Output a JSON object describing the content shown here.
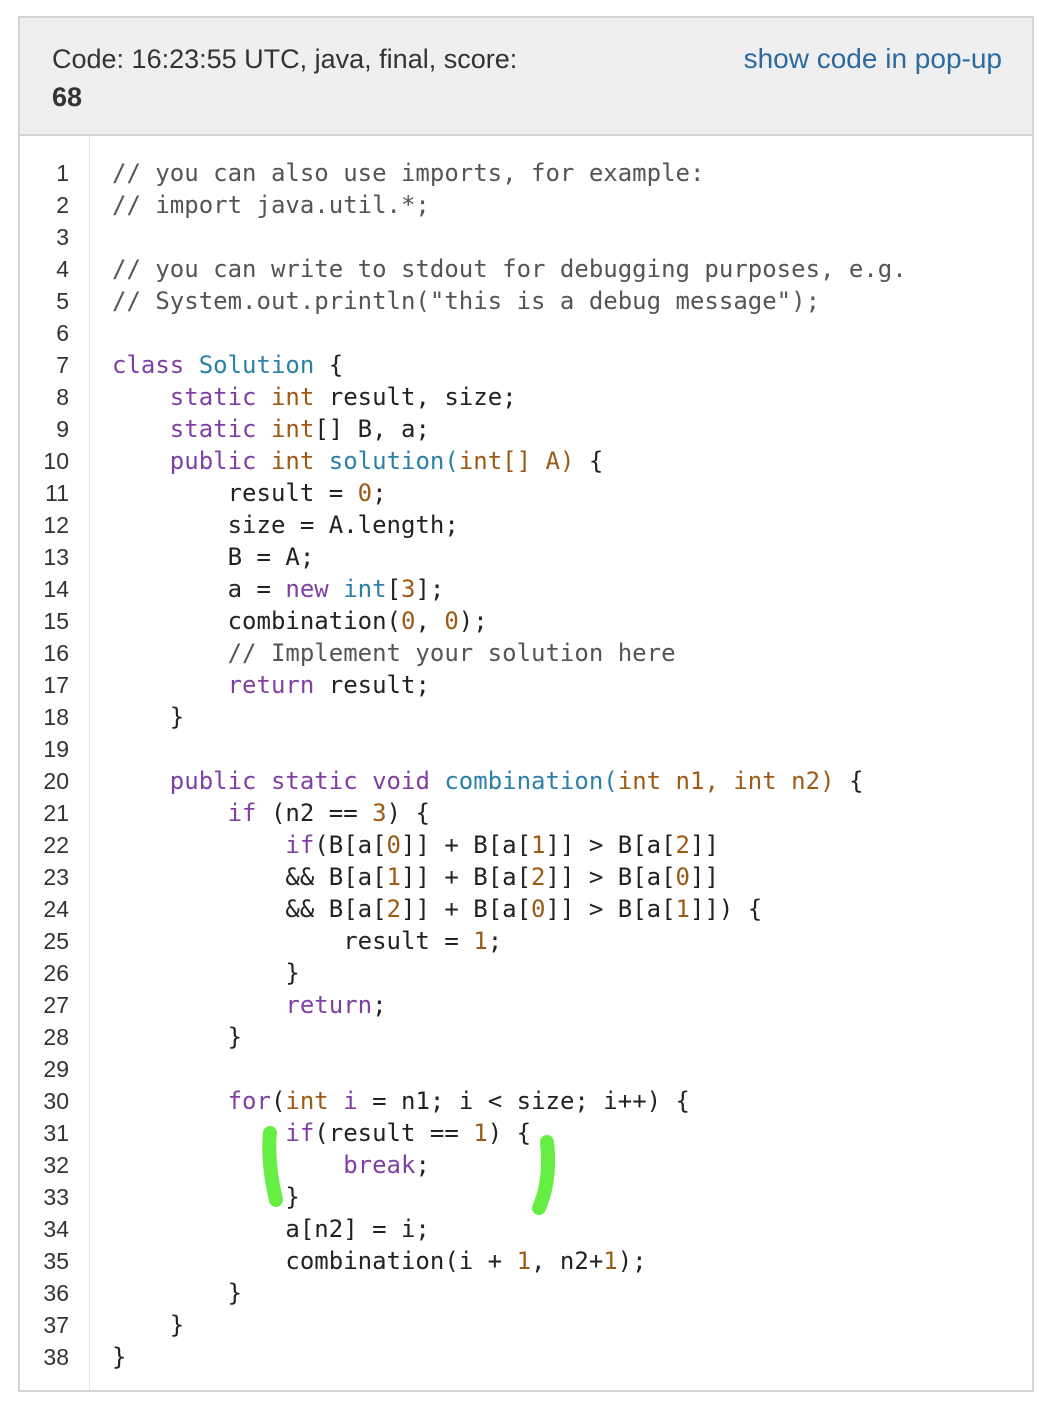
{
  "header": {
    "title": "Code: 16:23:55 UTC, java, final, score:",
    "score": "68",
    "popup_link": "show code in pop-up"
  },
  "code": {
    "lines": [
      [
        {
          "t": "// you can also use imports, for example:",
          "c": "cm"
        }
      ],
      [
        {
          "t": "// import java.util.*;",
          "c": "cm"
        }
      ],
      [],
      [
        {
          "t": "// you can write to stdout for debugging purposes, e.g.",
          "c": "cm"
        }
      ],
      [
        {
          "t": "// System.out.println(\"this is a debug message\");",
          "c": "cm"
        }
      ],
      [],
      [
        {
          "t": "class",
          "c": "kw"
        },
        {
          "t": " "
        },
        {
          "t": "Solution",
          "c": "cl"
        },
        {
          "t": " {"
        }
      ],
      [
        {
          "t": "    "
        },
        {
          "t": "static",
          "c": "kw"
        },
        {
          "t": " "
        },
        {
          "t": "int",
          "c": "ty"
        },
        {
          "t": " result, size;"
        }
      ],
      [
        {
          "t": "    "
        },
        {
          "t": "static",
          "c": "kw"
        },
        {
          "t": " "
        },
        {
          "t": "int",
          "c": "ty"
        },
        {
          "t": "[] B, a;"
        }
      ],
      [
        {
          "t": "    "
        },
        {
          "t": "public",
          "c": "kw"
        },
        {
          "t": " "
        },
        {
          "t": "int",
          "c": "ty"
        },
        {
          "t": " "
        },
        {
          "t": "solution(",
          "c": "cl"
        },
        {
          "t": "int",
          "c": "ty"
        },
        {
          "t": "[] A)",
          "c": "ty"
        },
        {
          "t": " {"
        }
      ],
      [
        {
          "t": "        result = "
        },
        {
          "t": "0",
          "c": "nm"
        },
        {
          "t": ";"
        }
      ],
      [
        {
          "t": "        size = A.length;"
        }
      ],
      [
        {
          "t": "        B = A;"
        }
      ],
      [
        {
          "t": "        a = "
        },
        {
          "t": "new",
          "c": "kw"
        },
        {
          "t": " "
        },
        {
          "t": "int",
          "c": "cl"
        },
        {
          "t": "["
        },
        {
          "t": "3",
          "c": "nm"
        },
        {
          "t": "];"
        }
      ],
      [
        {
          "t": "        combination("
        },
        {
          "t": "0",
          "c": "nm"
        },
        {
          "t": ", "
        },
        {
          "t": "0",
          "c": "nm"
        },
        {
          "t": ");"
        }
      ],
      [
        {
          "t": "        // Implement your solution here",
          "c": "cm"
        }
      ],
      [
        {
          "t": "        "
        },
        {
          "t": "return",
          "c": "kw"
        },
        {
          "t": " result;"
        }
      ],
      [
        {
          "t": "    }"
        }
      ],
      [],
      [
        {
          "t": "    "
        },
        {
          "t": "public",
          "c": "kw"
        },
        {
          "t": " "
        },
        {
          "t": "static",
          "c": "kw"
        },
        {
          "t": " "
        },
        {
          "t": "void",
          "c": "kw"
        },
        {
          "t": " "
        },
        {
          "t": "combination(",
          "c": "cl"
        },
        {
          "t": "int",
          "c": "ty"
        },
        {
          "t": " n1, ",
          "c": "ty"
        },
        {
          "t": "int",
          "c": "ty"
        },
        {
          "t": " n2)",
          "c": "ty"
        },
        {
          "t": " {"
        }
      ],
      [
        {
          "t": "        "
        },
        {
          "t": "if",
          "c": "kw"
        },
        {
          "t": " (n2 == "
        },
        {
          "t": "3",
          "c": "nm"
        },
        {
          "t": ") {"
        }
      ],
      [
        {
          "t": "            "
        },
        {
          "t": "if",
          "c": "kw"
        },
        {
          "t": "(B[a["
        },
        {
          "t": "0",
          "c": "nm"
        },
        {
          "t": "]] + B[a["
        },
        {
          "t": "1",
          "c": "nm"
        },
        {
          "t": "]] > B[a["
        },
        {
          "t": "2",
          "c": "nm"
        },
        {
          "t": "]]"
        }
      ],
      [
        {
          "t": "            && B[a["
        },
        {
          "t": "1",
          "c": "nm"
        },
        {
          "t": "]] + B[a["
        },
        {
          "t": "2",
          "c": "nm"
        },
        {
          "t": "]] > B[a["
        },
        {
          "t": "0",
          "c": "nm"
        },
        {
          "t": "]]"
        }
      ],
      [
        {
          "t": "            && B[a["
        },
        {
          "t": "2",
          "c": "nm"
        },
        {
          "t": "]] + B[a["
        },
        {
          "t": "0",
          "c": "nm"
        },
        {
          "t": "]] > B[a["
        },
        {
          "t": "1",
          "c": "nm"
        },
        {
          "t": "]]) {"
        }
      ],
      [
        {
          "t": "                result = "
        },
        {
          "t": "1",
          "c": "nm"
        },
        {
          "t": ";"
        }
      ],
      [
        {
          "t": "            }"
        }
      ],
      [
        {
          "t": "            "
        },
        {
          "t": "return",
          "c": "kw"
        },
        {
          "t": ";"
        }
      ],
      [
        {
          "t": "        }"
        }
      ],
      [],
      [
        {
          "t": "        "
        },
        {
          "t": "for",
          "c": "kw"
        },
        {
          "t": "("
        },
        {
          "t": "int",
          "c": "ty"
        },
        {
          "t": " "
        },
        {
          "t": "i",
          "c": "kw"
        },
        {
          "t": " = n1; i < size; i++) {"
        }
      ],
      [
        {
          "t": "            "
        },
        {
          "t": "if",
          "c": "kw"
        },
        {
          "t": "(result == "
        },
        {
          "t": "1",
          "c": "nm"
        },
        {
          "t": ") {"
        }
      ],
      [
        {
          "t": "                "
        },
        {
          "t": "break",
          "c": "kw"
        },
        {
          "t": ";"
        }
      ],
      [
        {
          "t": "            }"
        }
      ],
      [
        {
          "t": "            a[n2] = i;"
        }
      ],
      [
        {
          "t": "            combination(i + "
        },
        {
          "t": "1",
          "c": "nm"
        },
        {
          "t": ", n2+"
        },
        {
          "t": "1",
          "c": "nm"
        },
        {
          "t": ");"
        }
      ],
      [
        {
          "t": "        }"
        }
      ],
      [
        {
          "t": "    }"
        }
      ],
      [
        {
          "t": "}"
        }
      ]
    ]
  },
  "annotations": {
    "highlight_color": "#66ee44"
  }
}
